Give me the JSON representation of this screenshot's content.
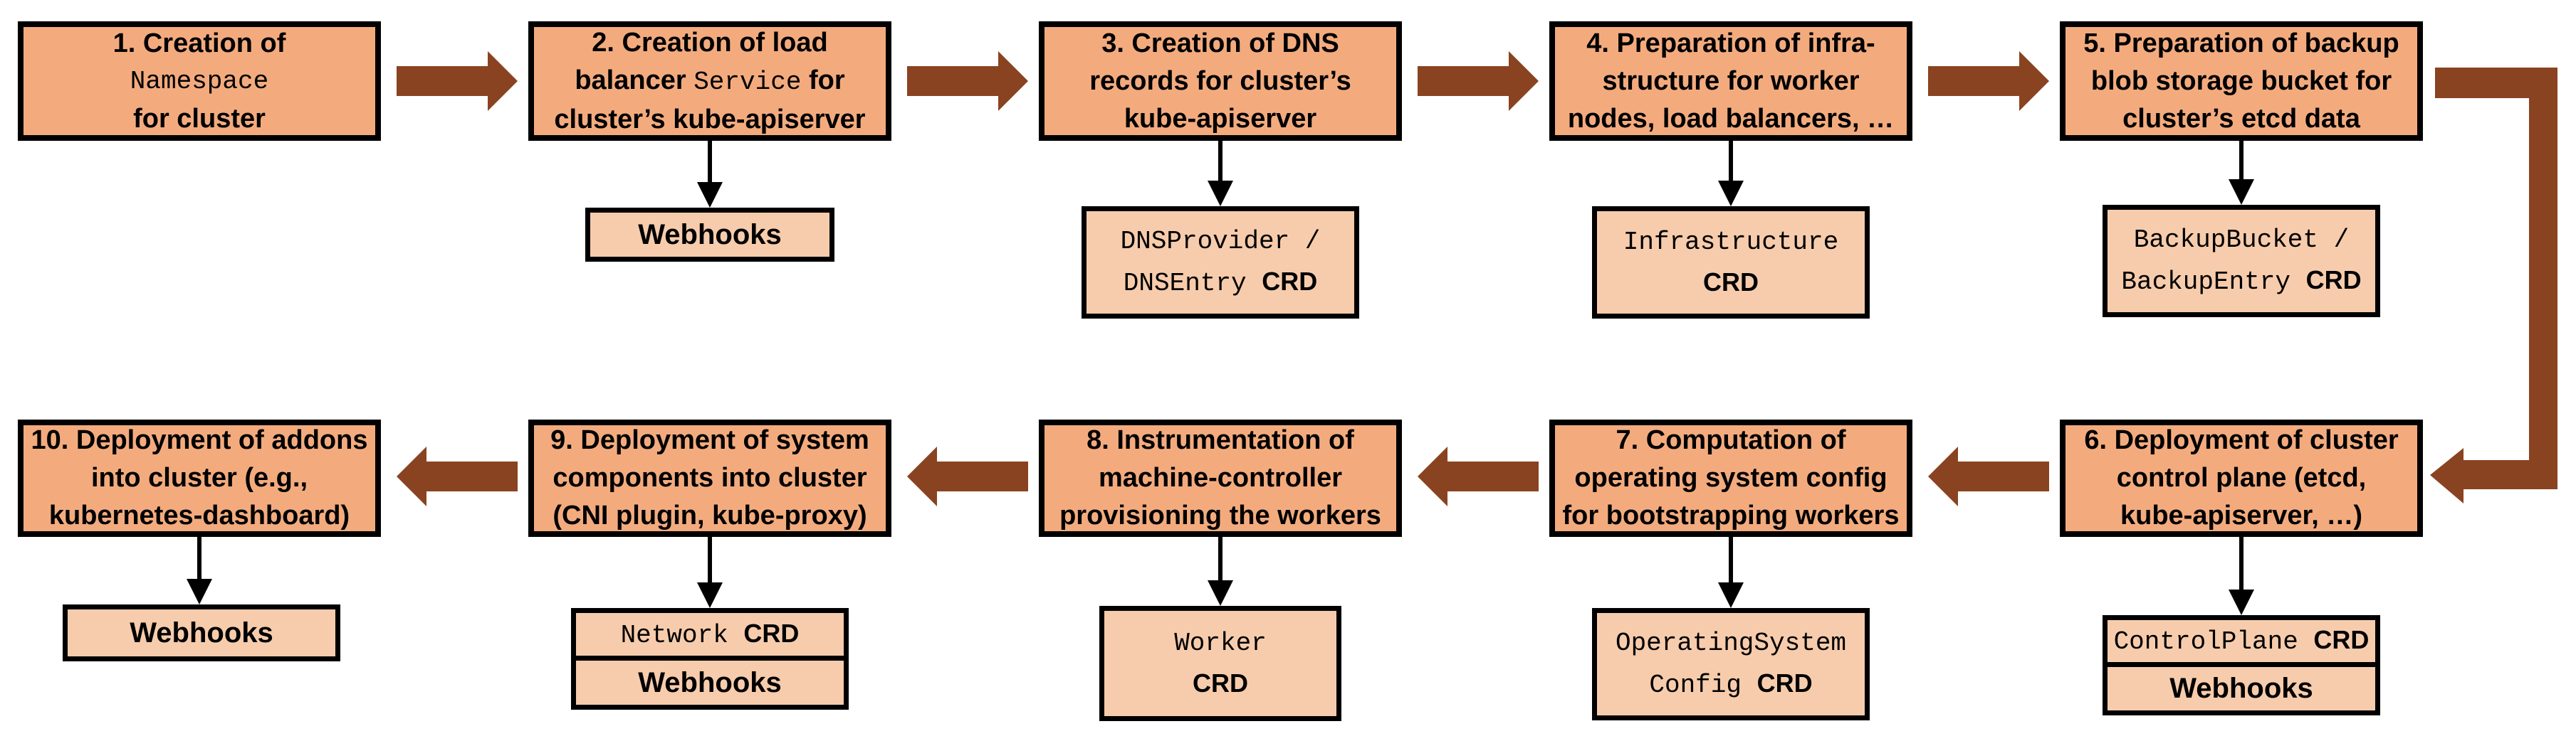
{
  "colors": {
    "main_box_fill": "#F3AB7E",
    "sub_box_fill": "#F7CCAC",
    "flow_arrow": "#8A4320",
    "border": "#000000",
    "background": "#FFFFFF",
    "text": "#000000"
  },
  "steps": {
    "s1": {
      "l1": "1. Creation of",
      "l2_mono": "Namespace",
      "l3": "for cluster"
    },
    "s2": {
      "l1": "2. Creation of load",
      "l2a": "balancer ",
      "l2_mono": "Service",
      "l2b": " for",
      "l3": "cluster’s kube-apiserver"
    },
    "s3": {
      "l1": "3. Creation of DNS",
      "l2": "records for cluster’s",
      "l3": "kube-apiserver"
    },
    "s4": {
      "l1": "4. Preparation of infra-",
      "l2": "structure for worker",
      "l3": "nodes, load balancers, …"
    },
    "s5": {
      "l1": "5. Preparation of backup",
      "l2": "blob storage bucket for",
      "l3": "cluster’s etcd data"
    },
    "s6": {
      "l1": "6. Deployment of cluster",
      "l2": "control plane (etcd,",
      "l3": "kube-apiserver, …)"
    },
    "s7": {
      "l1": "7. Computation of",
      "l2": "operating system config",
      "l3": "for bootstrapping workers"
    },
    "s8": {
      "l1": "8. Instrumentation of",
      "l2": "machine-controller",
      "l3": "provisioning the workers"
    },
    "s9": {
      "l1": "9. Deployment of system",
      "l2": "components into cluster",
      "l3": "(CNI plugin, kube-proxy)"
    },
    "s10": {
      "l1": "10. Deployment of addons",
      "l2": "into cluster (e.g.,",
      "l3": "kubernetes-dashboard)"
    }
  },
  "artifacts": {
    "webhooks_step2": {
      "label": "Webhooks"
    },
    "dns": {
      "l1_mono": "DNSProvider /",
      "l2_mono": "DNSEntry ",
      "l2_crd": "CRD"
    },
    "infra": {
      "l1_mono": "Infrastructure",
      "l2_crd": "CRD"
    },
    "backup": {
      "l1_mono": "BackupBucket /",
      "l2_mono": "BackupEntry ",
      "l2_crd": "CRD"
    },
    "controlplane": {
      "row1_mono": "ControlPlane ",
      "row1_crd": "CRD",
      "row2_label": "Webhooks"
    },
    "osc": {
      "l1_mono": "OperatingSystem",
      "l2_mono": "Config ",
      "l2_crd": "CRD"
    },
    "worker": {
      "l1_mono": "Worker",
      "l2_crd": "CRD"
    },
    "network": {
      "row1_mono": "Network ",
      "row1_crd": "CRD",
      "row2_label": "Webhooks"
    },
    "webhooks_step10": {
      "label": "Webhooks"
    }
  }
}
